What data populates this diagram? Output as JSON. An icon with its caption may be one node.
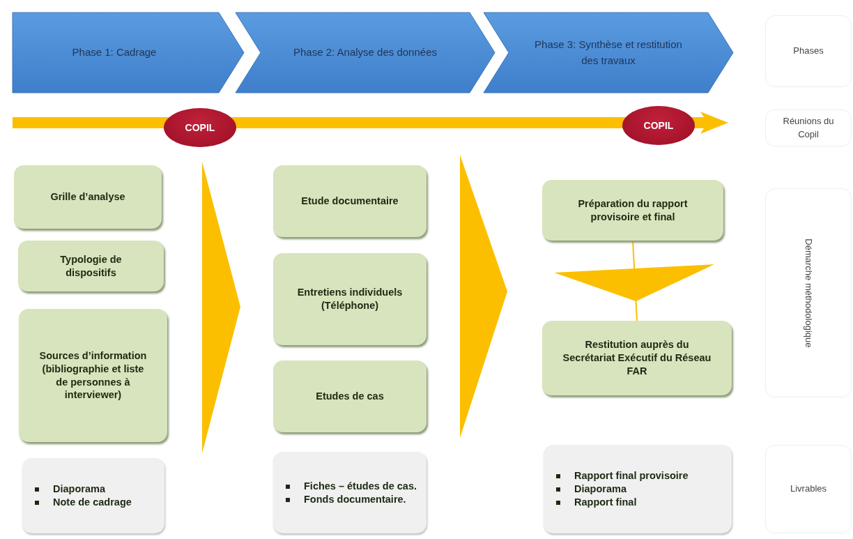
{
  "diagram": {
    "nodes": [
      {
        "text": [
          "Phase 1: Cadrage"
        ]
      },
      {
        "text": [
          "Phase 2:  Analyse des données"
        ]
      },
      {
        "text": [
          "Phase 3: Synthèse et restitution des travaux"
        ]
      },
      {
        "text": [
          "Phases"
        ]
      },
      {
        "text": [
          "COPIL"
        ]
      },
      {
        "text": [
          "COPIL"
        ]
      },
      {
        "text": [
          "Réunions du Copil"
        ]
      },
      {
        "text": [
          "Grille d’analyse"
        ]
      },
      {
        "text": [
          "Typologie de dispositifs"
        ]
      },
      {
        "text": [
          "Sources d’information (bibliographie et liste de personnes à interviewer)"
        ]
      },
      {
        "text": [
          "Diaporama",
          "Note de cadrage"
        ]
      },
      {
        "text": [
          "Etude documentaire"
        ]
      },
      {
        "text": [
          "Entretiens individuels (Téléphone)"
        ]
      },
      {
        "text": [
          "Etudes de cas"
        ]
      },
      {
        "text": [
          "Fiches – études de cas.",
          "Fonds documentaire."
        ]
      },
      {
        "text": [
          "Préparation du rapport provisoire et final"
        ]
      },
      {
        "text": [
          "Restitution auprès du Secrétariat Exécutif du Réseau FAR"
        ]
      },
      {
        "text": [
          "Rapport final provisoire",
          "Diaporama",
          "Rapport final"
        ]
      },
      {
        "text": [
          "Démarche méthodologique"
        ]
      },
      {
        "text": [
          "Livrables"
        ]
      }
    ],
    "edges": [
      {
        "from": 15,
        "to": 16,
        "arrow": "to"
      }
    ]
  }
}
